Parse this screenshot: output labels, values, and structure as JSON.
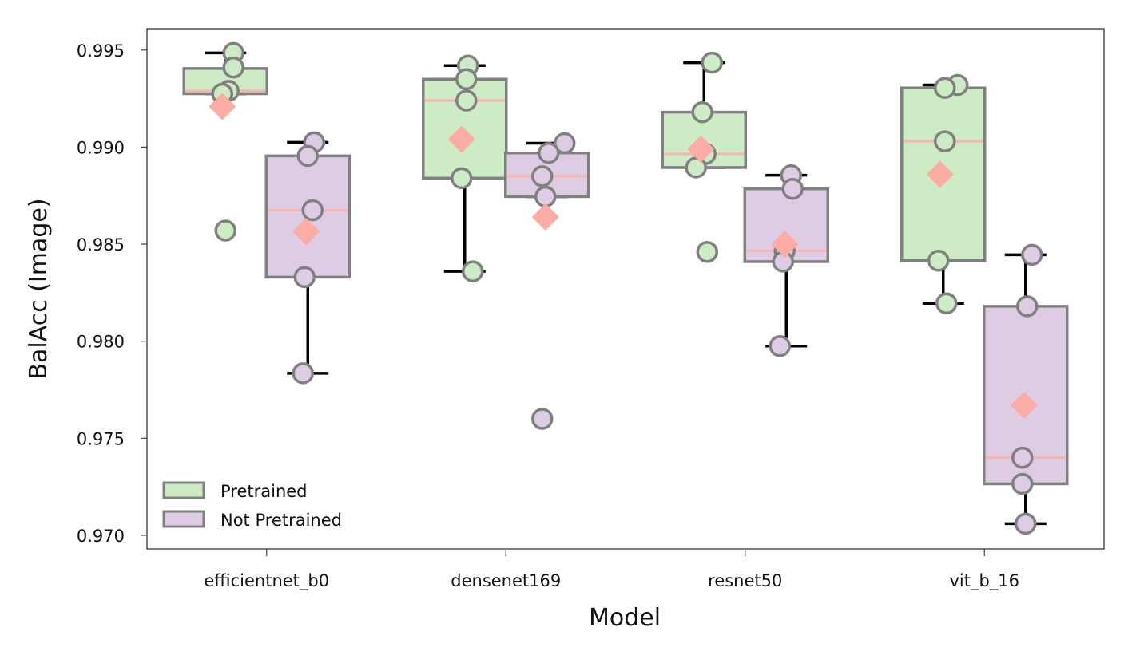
{
  "chart_data": {
    "type": "box",
    "xlabel": "Model",
    "ylabel": "BalAcc (Image)",
    "categories": [
      "efficientnet_b0",
      "densenet169",
      "resnet50",
      "vit_b_16"
    ],
    "ylim": [
      0.9693,
      0.9961
    ],
    "yticks": [
      0.97,
      0.975,
      0.98,
      0.985,
      0.99,
      0.995
    ],
    "ytick_labels": [
      "0.970",
      "0.975",
      "0.980",
      "0.985",
      "0.990",
      "0.995"
    ],
    "legend": {
      "position": "lower-left",
      "entries": [
        "Pretrained",
        "Not Pretrained"
      ]
    },
    "colors": {
      "Pretrained": "#cdebc5",
      "Not Pretrained": "#decbe4",
      "edge": "#808080",
      "median": "#f8b4ae",
      "mean": "#fbaca5",
      "whisker": "#000000"
    },
    "series": [
      {
        "name": "Pretrained",
        "boxes": [
          {
            "category": "efficientnet_b0",
            "q1": 0.99275,
            "median": 0.9929,
            "q3": 0.99405,
            "whislo": 0.99275,
            "whishi": 0.99485,
            "mean": 0.9921,
            "points": [
              0.99485,
              0.9941,
              0.9929,
              0.99275,
              0.9857
            ]
          },
          {
            "category": "densenet169",
            "q1": 0.9884,
            "median": 0.9924,
            "q3": 0.9935,
            "whislo": 0.9836,
            "whishi": 0.9942,
            "mean": 0.9904,
            "points": [
              0.9942,
              0.9935,
              0.9924,
              0.9884,
              0.9836
            ]
          },
          {
            "category": "resnet50",
            "q1": 0.98895,
            "median": 0.98965,
            "q3": 0.9918,
            "whislo": 0.98895,
            "whishi": 0.99435,
            "mean": 0.9899,
            "points": [
              0.99435,
              0.9918,
              0.98965,
              0.98895,
              0.9846
            ]
          },
          {
            "category": "vit_b_16",
            "q1": 0.98415,
            "median": 0.9903,
            "q3": 0.99305,
            "whislo": 0.98195,
            "whishi": 0.9932,
            "mean": 0.9886,
            "points": [
              0.9932,
              0.99305,
              0.9903,
              0.98415,
              0.98195
            ]
          }
        ]
      },
      {
        "name": "Not Pretrained",
        "boxes": [
          {
            "category": "efficientnet_b0",
            "q1": 0.9833,
            "median": 0.98675,
            "q3": 0.98955,
            "whislo": 0.97835,
            "whishi": 0.99025,
            "mean": 0.98565,
            "points": [
              0.99025,
              0.98955,
              0.98675,
              0.9833,
              0.97835
            ]
          },
          {
            "category": "densenet169",
            "q1": 0.98745,
            "median": 0.9885,
            "q3": 0.9897,
            "whislo": 0.98745,
            "whishi": 0.9902,
            "mean": 0.9864,
            "points": [
              0.9902,
              0.9897,
              0.9885,
              0.98745,
              0.976
            ]
          },
          {
            "category": "resnet50",
            "q1": 0.9841,
            "median": 0.98465,
            "q3": 0.98785,
            "whislo": 0.97975,
            "whishi": 0.98855,
            "mean": 0.985,
            "points": [
              0.98855,
              0.98785,
              0.98465,
              0.9841,
              0.97975
            ]
          },
          {
            "category": "vit_b_16",
            "q1": 0.97265,
            "median": 0.974,
            "q3": 0.9818,
            "whislo": 0.9706,
            "whishi": 0.98445,
            "mean": 0.9767,
            "points": [
              0.98445,
              0.9818,
              0.974,
              0.97265,
              0.9706
            ]
          }
        ]
      }
    ]
  }
}
